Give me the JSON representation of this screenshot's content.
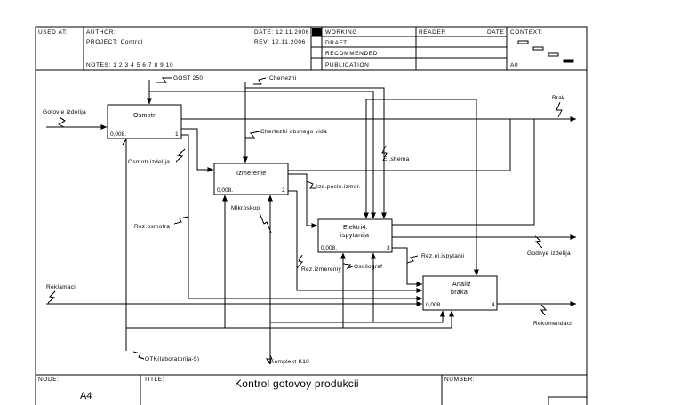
{
  "header": {
    "used_at": "USED AT:",
    "author": "AUTHOR:",
    "project": "PROJECT: Control",
    "notes": "NOTES: 1 2 3 4 5 6 7 8 9 10",
    "date": "DATE: 12.11.2006",
    "rev": "REV:  12.11.2006",
    "status": [
      "WORKING",
      "DRAFT",
      "RECOMMENDED",
      "PUBLICATION"
    ],
    "reader": "READER",
    "reader_date": "DATE",
    "context": "CONTEXT:",
    "context_node": "A0"
  },
  "footer": {
    "node_label": "NODE:",
    "node_value": "A4",
    "title_label": "TITLE:",
    "title_value": "Kontrol gotovoy produkcii",
    "number_label": "NUMBER:"
  },
  "boxes": [
    {
      "title": "Osmotr",
      "cost": "0,008.",
      "num": "1"
    },
    {
      "title": "Izmerenie",
      "cost": "0,008.",
      "num": "2"
    },
    {
      "title": "Elektri4.",
      "title2": "ispytanija",
      "cost": "0,008.",
      "num": "3"
    },
    {
      "title": "Analiz",
      "title2": "braka",
      "cost": "0,008.",
      "num": "4"
    }
  ],
  "arrows": {
    "gost": "GOST 250",
    "chertezhi": "Chertezhi",
    "gotovie": "Gotovie izdelija",
    "brak": "Brak",
    "chertezhi_obshego": "Chertezhi obshego vida",
    "osmotr_izdelija": "Osmotr.izdelija",
    "el_shema": "El.shema",
    "izd_posle": "Izd.posle.izmer.",
    "rez_osmotra": "Rez.osmotra",
    "mikroskop": "Mikroskop",
    "godnye": "Godnye izdelija",
    "rez_el": "Rez.el.ispytanii",
    "rez_izmereniy": "Rez.izmereniy",
    "oscilograf": "Oscilograf",
    "reklamacii": "Reklamacii",
    "rekomendacii": "Rekomendacii",
    "otk": "OTK(laboratorija-5)",
    "komplekt": "Komplekt K10"
  }
}
